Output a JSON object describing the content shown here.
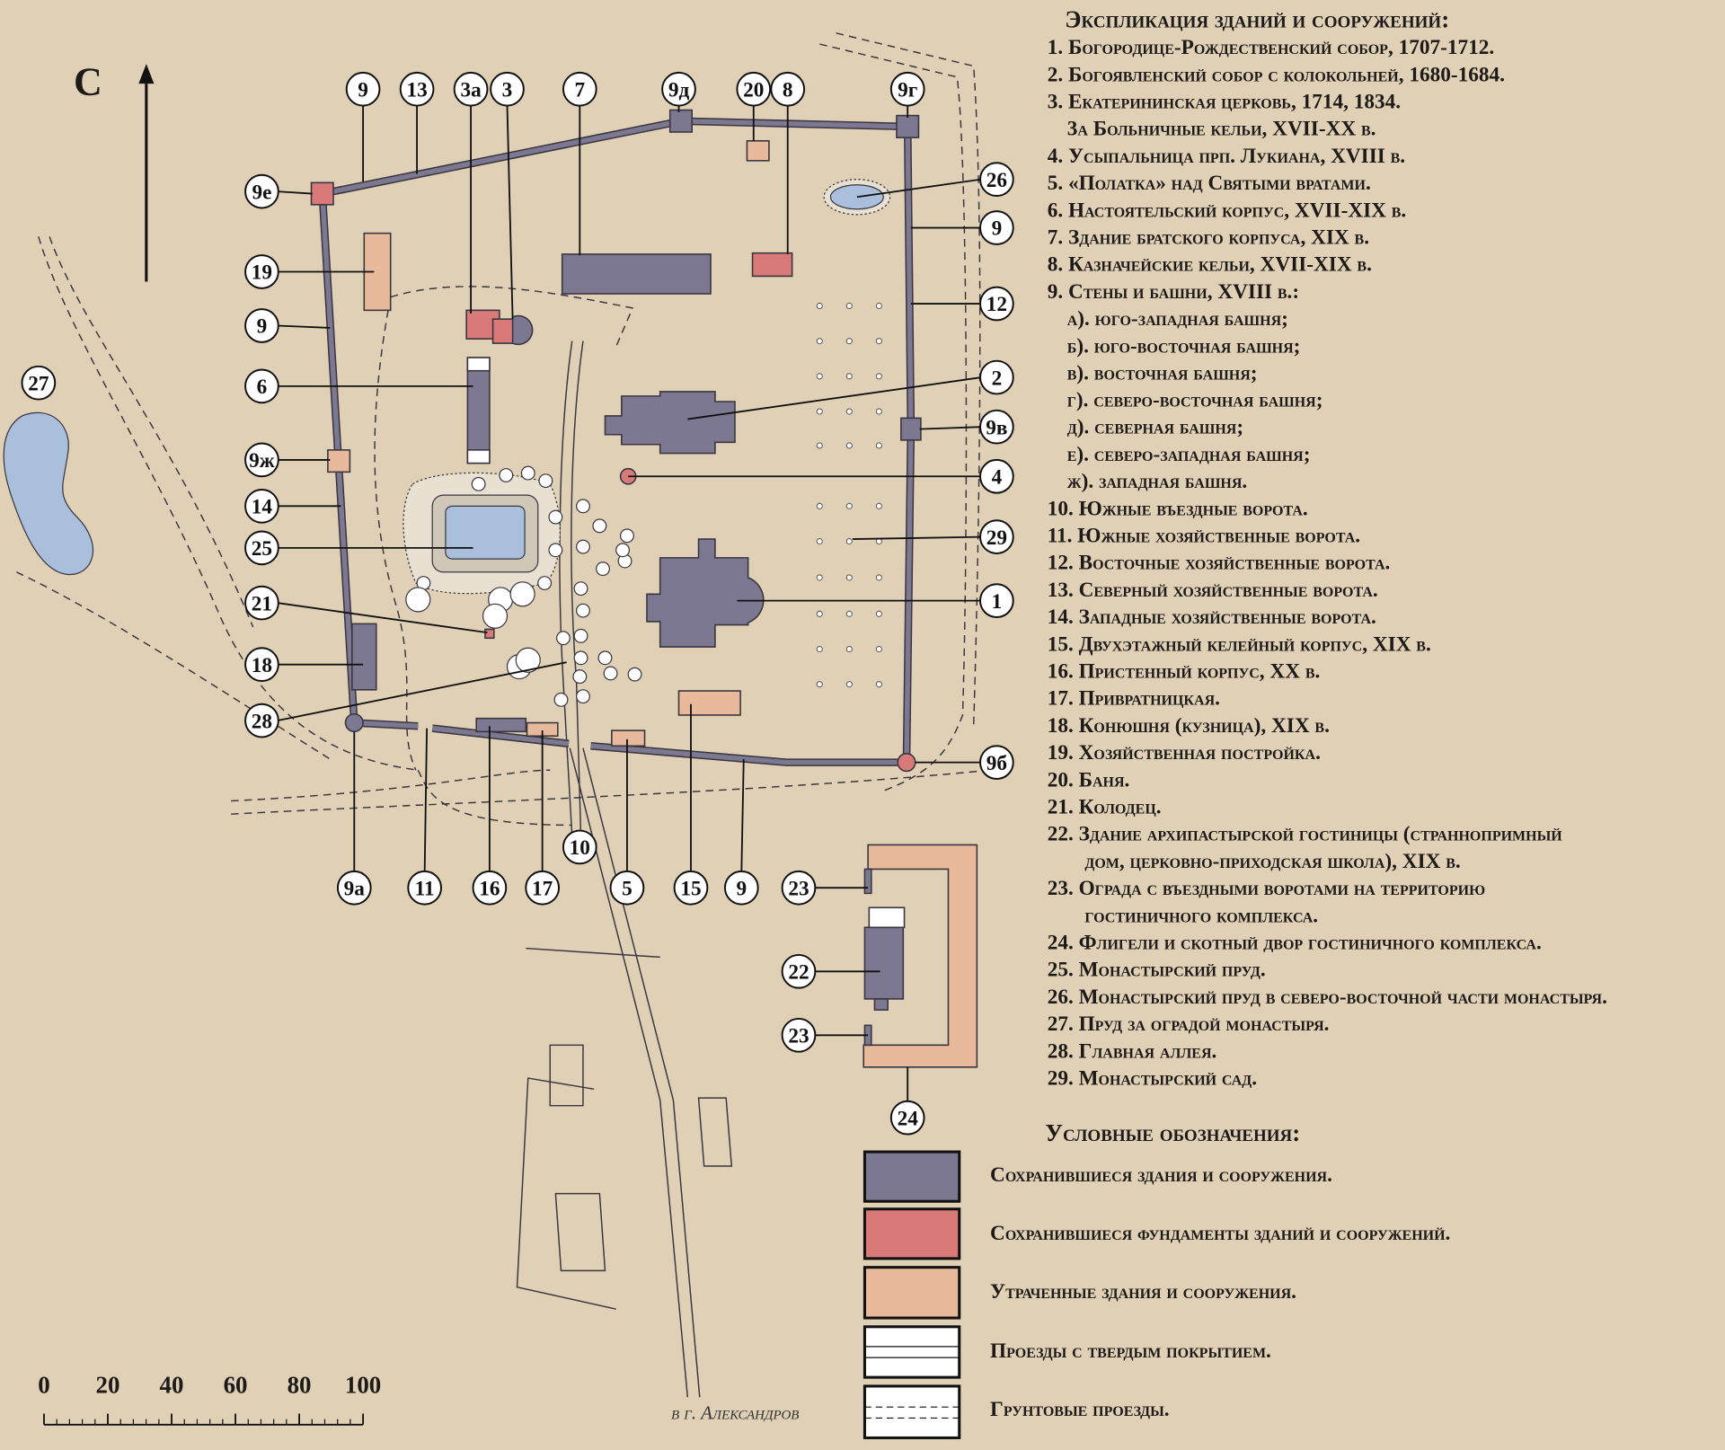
{
  "colors": {
    "background": "#dfd0b6",
    "preserved": "#7d7891",
    "foundation": "#d97a78",
    "lost": "#e8b99a",
    "water": "#a9bfdb"
  },
  "north": {
    "label": "С"
  },
  "explication": {
    "title": "Экспликация зданий и сооружений:",
    "lines": [
      {
        "text": "1. Богородице-Рождественский собор, 1707-1712.",
        "indent": 0
      },
      {
        "text": "2. Богоявленский собор с колокольней, 1680-1684.",
        "indent": 0
      },
      {
        "text": "3. Екатерининская церковь, 1714, 1834.",
        "indent": 0
      },
      {
        "text": "3а Больничные кельи, XVII-XX в.",
        "indent": 1
      },
      {
        "text": "4. Усыпальница прп. Лукиана, XVIII в.",
        "indent": 0
      },
      {
        "text": "5. «Полатка» над Святыми вратами.",
        "indent": 0
      },
      {
        "text": "6. Настоятельский корпус, XVII-XIX в.",
        "indent": 0
      },
      {
        "text": "7. Здание братского корпуса, XIX в.",
        "indent": 0
      },
      {
        "text": "8. Казначейские кельи, XVII-XIX в.",
        "indent": 0
      },
      {
        "text": "9. Стены и башни, XVIII в.:",
        "indent": 0
      },
      {
        "text": "а). юго-западная башня;",
        "indent": 1
      },
      {
        "text": "б). юго-восточная башня;",
        "indent": 1
      },
      {
        "text": "в). восточная башня;",
        "indent": 1
      },
      {
        "text": "г). северо-восточная башня;",
        "indent": 1
      },
      {
        "text": "д). северная башня;",
        "indent": 1
      },
      {
        "text": "е). северо-западная башня;",
        "indent": 1
      },
      {
        "text": "ж). западная башня.",
        "indent": 1
      },
      {
        "text": "10. Южные въездные ворота.",
        "indent": 0
      },
      {
        "text": "11. Южные хозяйственные ворота.",
        "indent": 0
      },
      {
        "text": "12. Восточные хозяйственные ворота.",
        "indent": 0
      },
      {
        "text": "13. Северный хозяйственные ворота.",
        "indent": 0
      },
      {
        "text": "14. Западные хозяйственные ворота.",
        "indent": 0
      },
      {
        "text": "15. Двухэтажный келейный корпус, XIX в.",
        "indent": 0
      },
      {
        "text": "16. Пристенный корпус, XX в.",
        "indent": 0
      },
      {
        "text": "17. Привратницкая.",
        "indent": 0
      },
      {
        "text": "18. Конюшня (кузница), XIX в.",
        "indent": 0
      },
      {
        "text": "19. Хозяйственная постройка.",
        "indent": 0
      },
      {
        "text": "20. Баня.",
        "indent": 0
      },
      {
        "text": "21. Колодец.",
        "indent": 0
      },
      {
        "text": "22. Здание архипастырской гостиницы (страннопримный",
        "indent": 0
      },
      {
        "text": "дом, церковно-приходская школа), XIX в.",
        "indent": 2
      },
      {
        "text": "23. Ограда с въездными воротами на территорию",
        "indent": 0
      },
      {
        "text": "гостиничного комплекса.",
        "indent": 2
      },
      {
        "text": "24. Флигели и скотный двор гостиничного комплекса.",
        "indent": 0
      },
      {
        "text": "25. Монастырский пруд.",
        "indent": 0
      },
      {
        "text": "26. Монастырский пруд в северо-восточной части монастыря.",
        "indent": 0
      },
      {
        "text": "27. Пруд за оградой монастыря.",
        "indent": 0
      },
      {
        "text": "28. Главная аллея.",
        "indent": 0
      },
      {
        "text": "29. Монастырский сад.",
        "indent": 0
      }
    ]
  },
  "legend": {
    "title": "Условные обозначения:",
    "items": [
      {
        "label": "Сохранившиеся здания и сооружения.",
        "symbol": "preserved"
      },
      {
        "label": "Сохранившиеся фундаменты зданий и сооружений.",
        "symbol": "foundation"
      },
      {
        "label": "Утраченные здания и сооружения.",
        "symbol": "lost"
      },
      {
        "label": "Проезды с твердым покрытием.",
        "symbol": "paved-road"
      },
      {
        "label": "Грунтовые проезды.",
        "symbol": "dirt-road"
      }
    ]
  },
  "scale": {
    "labels": [
      "0",
      "20",
      "40",
      "60",
      "80",
      "100"
    ]
  },
  "road_label": "в г. Александров",
  "markers": [
    "9",
    "13",
    "3а",
    "3",
    "7",
    "9д",
    "20",
    "8",
    "9г",
    "26",
    "9",
    "12",
    "2",
    "9в",
    "4",
    "29",
    "1",
    "9б",
    "9е",
    "19",
    "9",
    "6",
    "9ж",
    "14",
    "25",
    "21",
    "18",
    "28",
    "27",
    "9а",
    "11",
    "16",
    "17",
    "10",
    "5",
    "15",
    "9",
    "23",
    "22",
    "23",
    "24"
  ]
}
